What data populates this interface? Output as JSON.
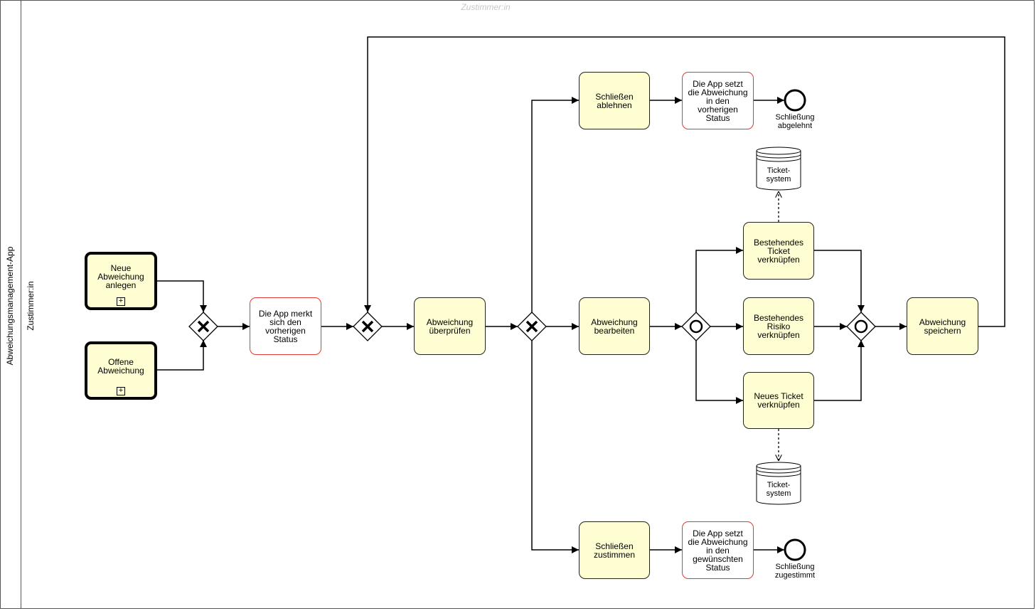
{
  "pool": {
    "label": "Abweichungsmanagement-App"
  },
  "lane": {
    "label": "Zustimmer:in"
  },
  "watermark": "Zustimmer:in",
  "subprocesses": {
    "neue": "Neue\nAbweichung\nanlegen",
    "offene": "Offene\nAbweichung"
  },
  "tasks": {
    "merkt": "Die App merkt\nsich den\nvorherigen\nStatus",
    "pruefen": "Abweichung\nüberprüfen",
    "ablehnen": "Schließen\nablehnen",
    "setzt_vorherig": "Die App setzt\ndie Abweichung\nin den\nvorherigen\nStatus",
    "bearbeiten": "Abweichung\nbearbeiten",
    "ticket_best": "Bestehendes\nTicket\nverknüpfen",
    "risiko": "Bestehendes\nRisiko\nverknüpfen",
    "ticket_neu": "Neues Ticket\nverknüpfen",
    "speichern": "Abweichung\nspeichern",
    "zustimmen": "Schließen\nzustimmen",
    "setzt_gewuenscht": "Die App setzt\ndie Abweichung\nin den\ngewünschten\nStatus"
  },
  "events": {
    "abgelehnt": "Schließung\nabgelehnt",
    "zugestimmt": "Schließung\nzugestimmt"
  },
  "datastores": {
    "top": "Ticket-\nsystem",
    "bottom": "Ticket-\nsystem"
  },
  "colors": {
    "task_fill": "#fefed2",
    "automated_border": "#e53935",
    "stroke": "#000000"
  },
  "gateway_types": {
    "gw1": "exclusive",
    "gw2": "exclusive",
    "gw3": "exclusive",
    "gw4": "inclusive",
    "gw5": "inclusive"
  }
}
